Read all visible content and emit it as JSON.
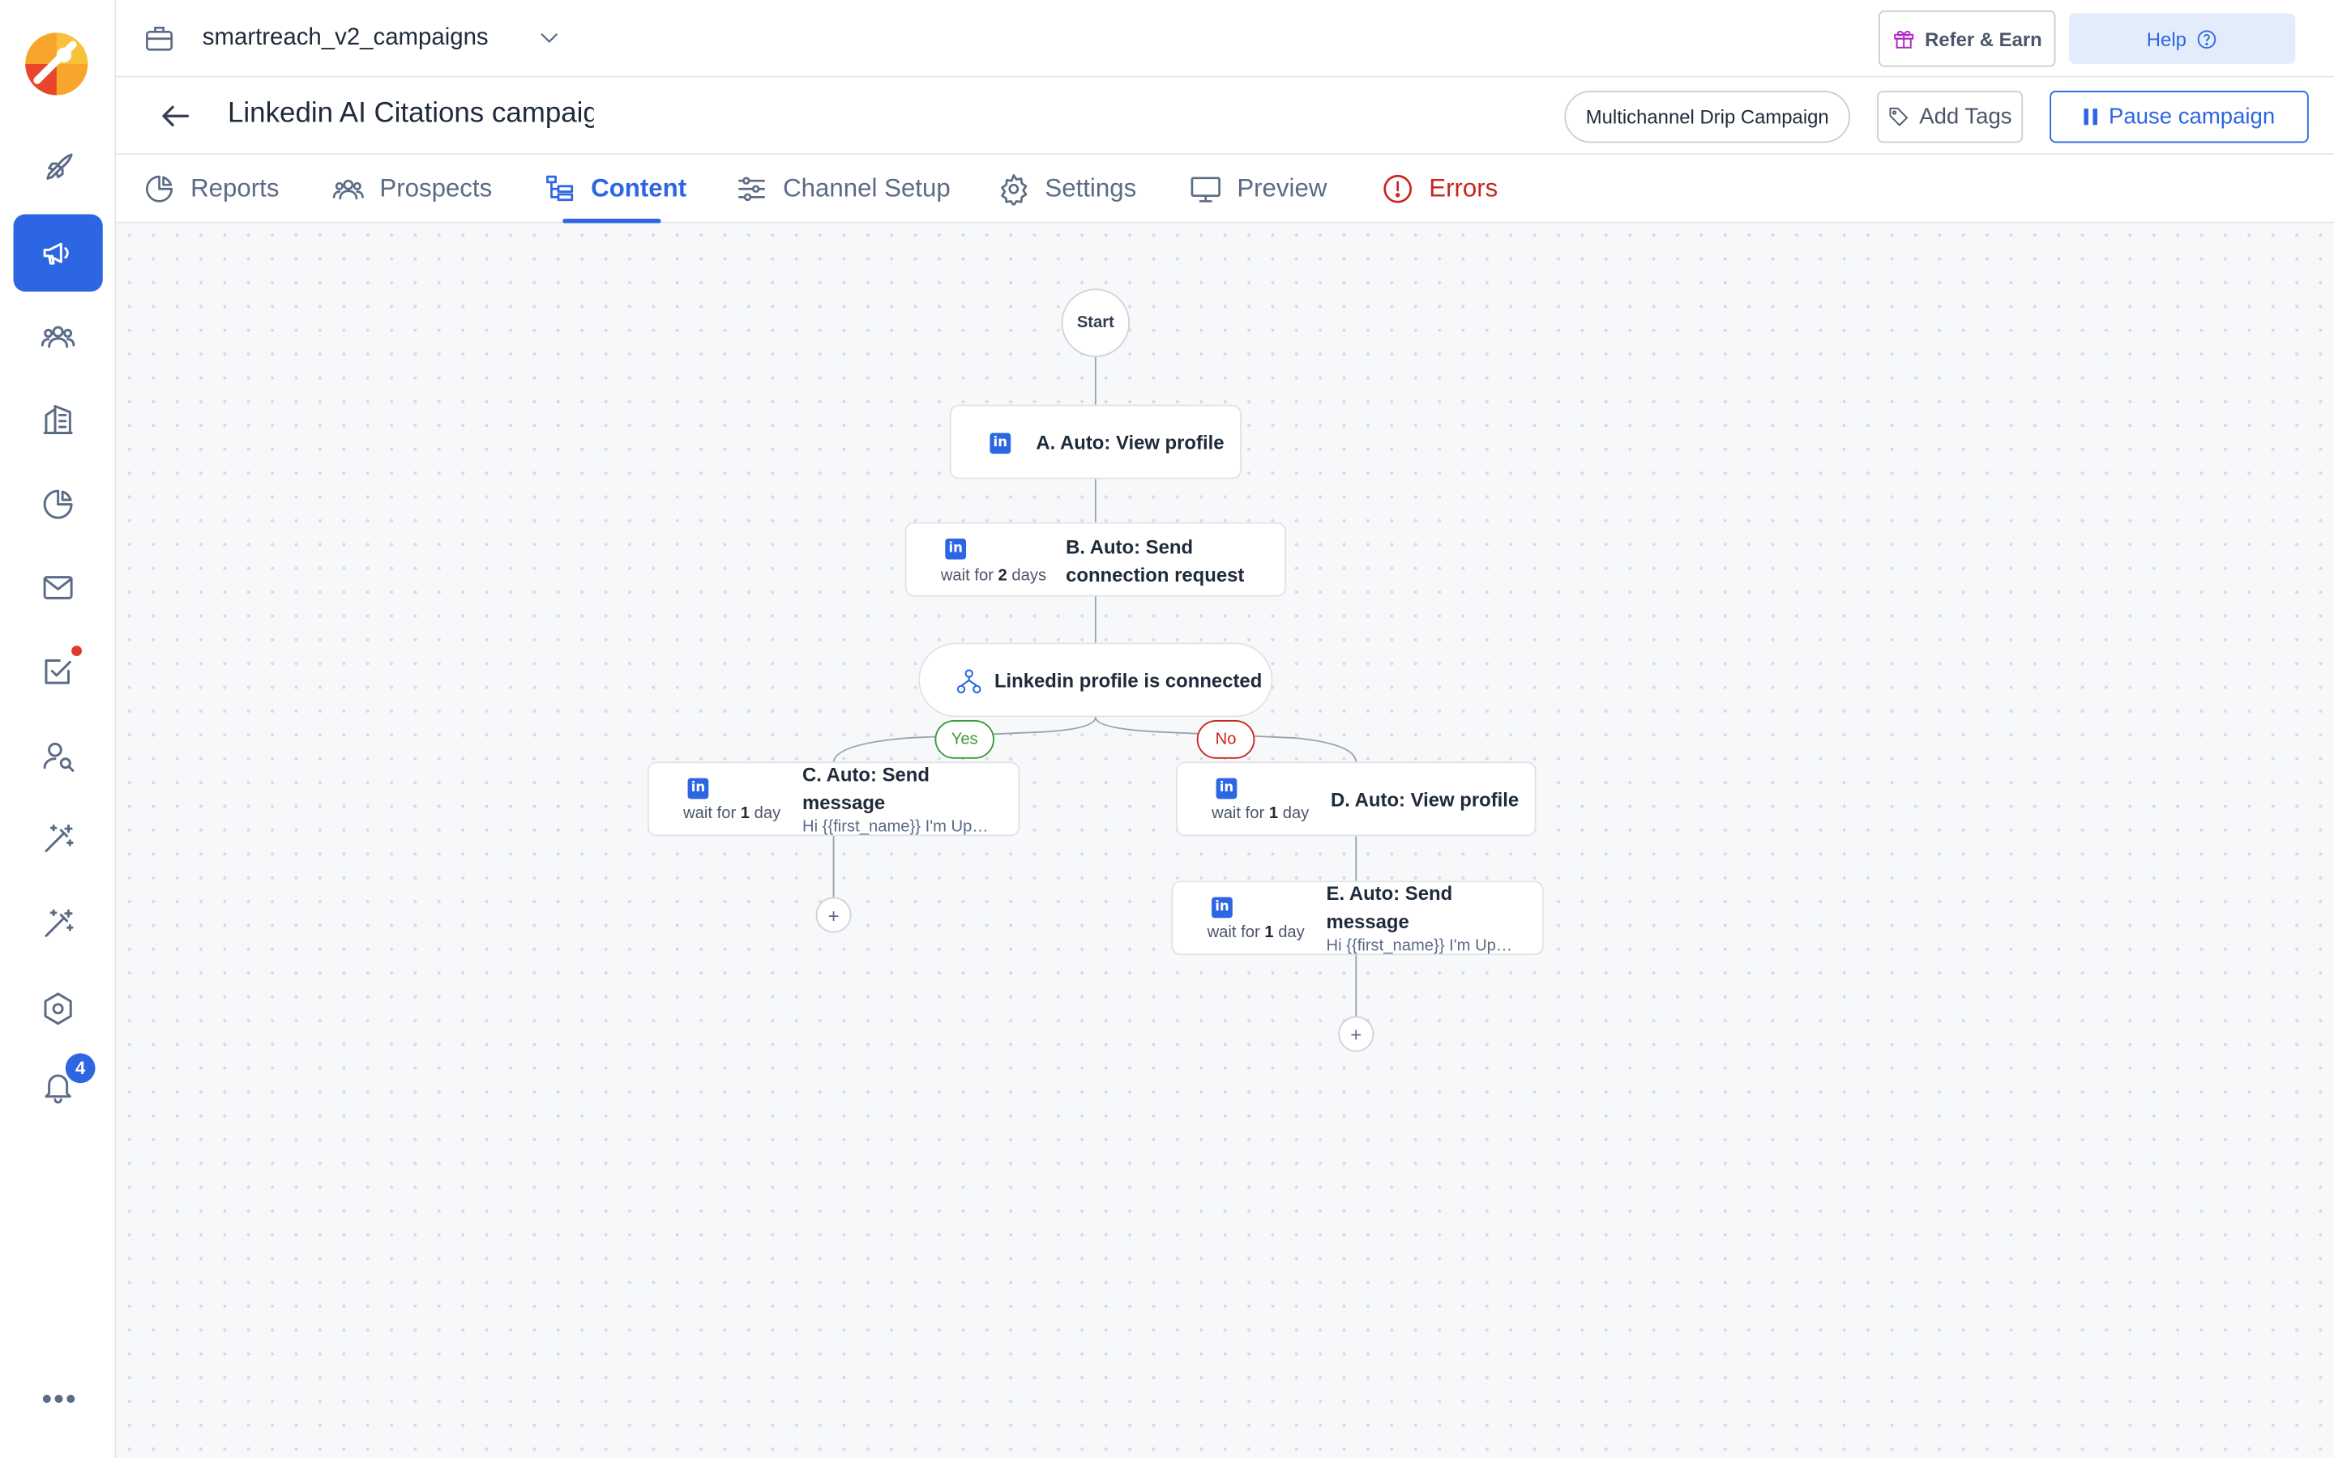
{
  "topbar": {
    "workspace_name": "smartreach_v2_campaigns",
    "refer_label": "Refer & Earn",
    "help_label": "Help"
  },
  "header": {
    "campaign_title": "Linkedin AI Citations campaign",
    "campaign_type": "Multichannel Drip Campaign",
    "add_tags_label": "Add Tags",
    "pause_label": "Pause campaign"
  },
  "tabs": [
    {
      "label": "Reports",
      "icon": "pie-chart-icon"
    },
    {
      "label": "Prospects",
      "icon": "users-icon"
    },
    {
      "label": "Content",
      "icon": "flow-icon",
      "active": true
    },
    {
      "label": "Channel Setup",
      "icon": "sliders-icon"
    },
    {
      "label": "Settings",
      "icon": "gear-icon"
    },
    {
      "label": "Preview",
      "icon": "monitor-icon"
    },
    {
      "label": "Errors",
      "icon": "alert-circle-icon"
    }
  ],
  "sidebar": {
    "items": [
      {
        "icon": "rocket-icon"
      },
      {
        "icon": "megaphone-icon",
        "active": true
      },
      {
        "icon": "team-icon"
      },
      {
        "icon": "building-icon"
      },
      {
        "icon": "pie-chart-icon"
      },
      {
        "icon": "mail-icon"
      },
      {
        "icon": "task-check-icon",
        "has_dot": true
      },
      {
        "icon": "user-search-icon"
      },
      {
        "icon": "magic-wand-icon"
      },
      {
        "icon": "magic-wand-icon"
      },
      {
        "icon": "hexagon-icon"
      },
      {
        "icon": "bell-icon",
        "badge": "4"
      }
    ],
    "more_label": "•••"
  },
  "flow": {
    "start_label": "Start",
    "li_glyph": "in",
    "node_a": {
      "title": "A. Auto: View profile"
    },
    "node_b": {
      "wait_prefix": "wait for ",
      "wait_value": "2",
      "wait_unit": " days",
      "title_line1": "B. Auto: Send",
      "title_line2": "connection request"
    },
    "condition": {
      "label": "Linkedin profile is connected",
      "yes": "Yes",
      "no": "No"
    },
    "node_c": {
      "wait_prefix": "wait for ",
      "wait_value": "1",
      "wait_unit": " day",
      "title_line1": "C. Auto: Send",
      "title_line2": "message",
      "preview": "Hi {{first_name}} I'm Up…"
    },
    "node_d": {
      "wait_prefix": "wait for ",
      "wait_value": "1",
      "wait_unit": " day",
      "title": "D. Auto: View profile"
    },
    "node_e": {
      "wait_prefix": "wait for ",
      "wait_value": "1",
      "wait_unit": " day",
      "title_line1": "E. Auto: Send",
      "title_line2": "message",
      "preview": "Hi {{first_name}} I'm Up…"
    },
    "add_glyph": "+"
  },
  "colors": {
    "accent": "#2c66e3",
    "error": "#c8261e",
    "yes": "#3a9a3a"
  }
}
